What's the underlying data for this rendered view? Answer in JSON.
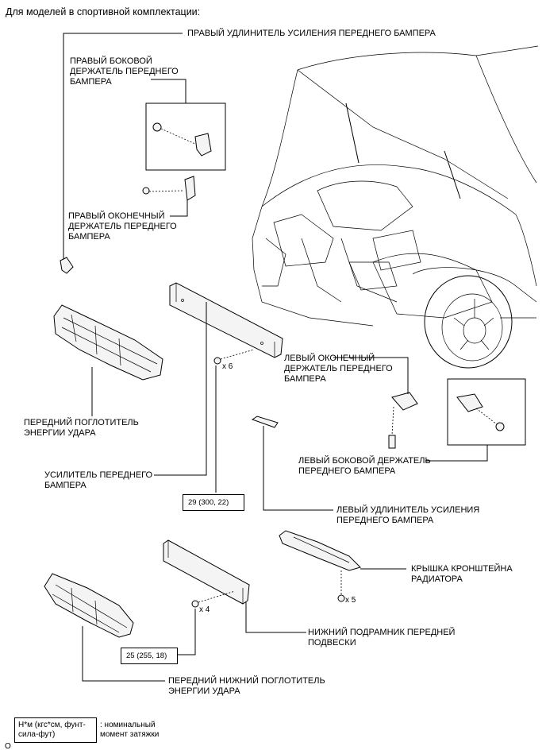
{
  "header": {
    "title": "Для моделей в спортивной комплектации:"
  },
  "callouts": {
    "right_extension": "ПРАВЫЙ УДЛИНИТЕЛЬ УСИЛЕНИЯ ПЕРЕДНЕГО БАМПЕРА",
    "right_side_retainer": "ПРАВЫЙ БОКОВОЙ\nДЕРЖАТЕЛЬ ПЕРЕДНЕГО\nБАМПЕРА",
    "right_end_retainer": "ПРАВЫЙ ОКОНЕЧНЫЙ\nДЕРЖАТЕЛЬ ПЕРЕДНЕГО\nБАМПЕРА",
    "front_absorber": "ПЕРЕДНИЙ ПОГЛОТИТЕЛЬ\nЭНЕРГИИ УДАРА",
    "bumper_reinforcement": "УСИЛИТЕЛЬ ПЕРЕДНЕГО\nБАМПЕРА",
    "left_end_retainer": "ЛЕВЫЙ ОКОНЕЧНЫЙ\nДЕРЖАТЕЛЬ ПЕРЕДНЕГО\nБАМПЕРА",
    "left_side_retainer": "ЛЕВЫЙ БОКОВОЙ ДЕРЖАТЕЛЬ\nПЕРЕДНЕГО БАМПЕРА",
    "left_extension": "ЛЕВЫЙ УДЛИНИТЕЛЬ УСИЛЕНИЯ\nПЕРЕДНЕГО БАМПЕРА",
    "radiator_bracket_cover": "КРЫШКА КРОНШТЕЙНА\nРАДИАТОРА",
    "lower_subframe": "НИЖНИЙ ПОДРАМНИК ПЕРЕДНЕЙ\nПОДВЕСКИ",
    "front_lower_absorber": "ПЕРЕДНИЙ НИЖНИЙ ПОГЛОТИТЕЛЬ\nЭНЕРГИИ УДАРА"
  },
  "quantities": {
    "x6": "x 6",
    "x5": "x 5",
    "x4": "x 4"
  },
  "torques": {
    "t1": "29 (300, 22)",
    "t2": "25 (255, 18)"
  },
  "legend": {
    "units": "Н*м (кгс*см, фунт-\nсила-фут)",
    "description": ": номинальный\nмомент затяжки"
  },
  "footer": {
    "figure_id": "O"
  }
}
